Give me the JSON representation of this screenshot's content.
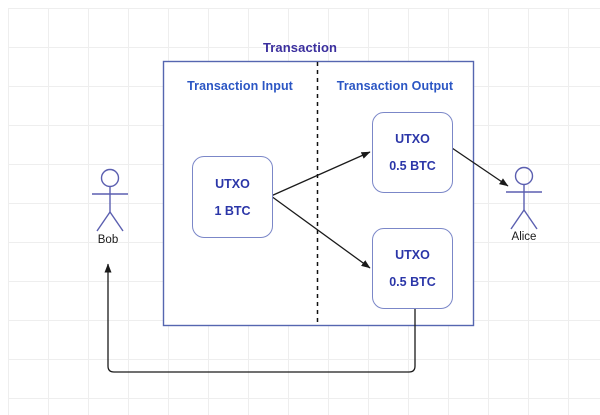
{
  "diagram": {
    "title": "Transaction",
    "container": {
      "left_section_label": "Transaction Input",
      "right_section_label": "Transaction Output"
    },
    "boxes": {
      "input_utxo": {
        "name": "UTXO",
        "amount": "1 BTC"
      },
      "output_utxo_1": {
        "name": "UTXO",
        "amount": "0.5 BTC"
      },
      "output_utxo_2": {
        "name": "UTXO",
        "amount": "0.5 BTC"
      }
    },
    "actors": {
      "sender": "Bob",
      "receiver": "Alice"
    },
    "colors": {
      "title_text": "#3b2f9e",
      "section_text": "#2b56c4",
      "box_text": "#2b36a8",
      "box_border": "#7b87c8",
      "container_border": "#5566b0",
      "arrow": "#1a1a1a",
      "actor_stroke": "#5b5fb0",
      "actor_label": "#1a1a1a",
      "grid": "#eeeeee",
      "background": "#ffffff"
    }
  }
}
